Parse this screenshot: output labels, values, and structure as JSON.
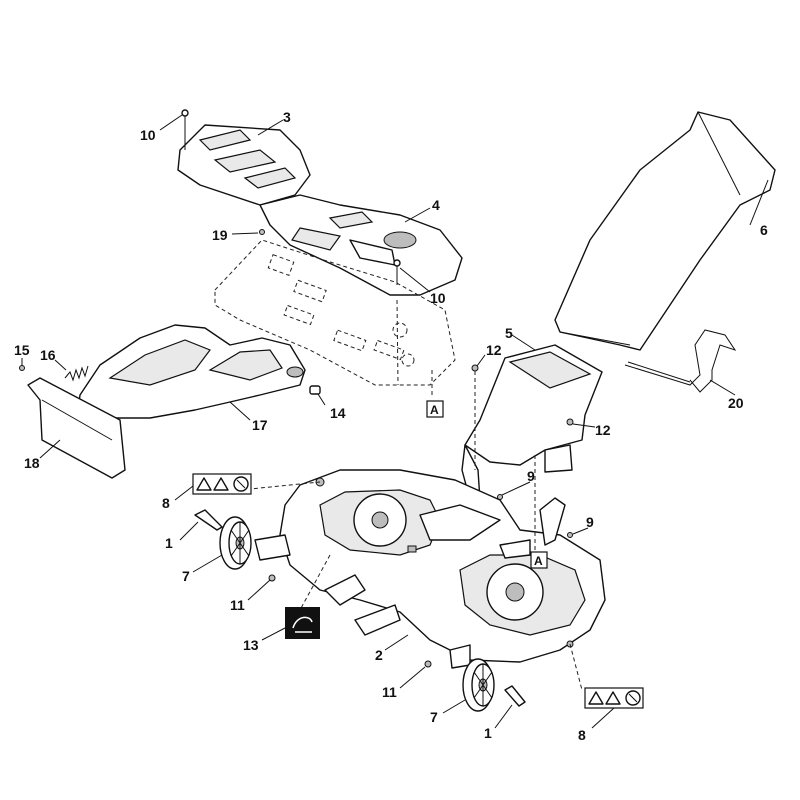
{
  "callouts": {
    "c1a": "1",
    "c1b": "1",
    "c2": "2",
    "c3": "3",
    "c4": "4",
    "c5": "5",
    "c6": "6",
    "c7a": "7",
    "c7b": "7",
    "c8a": "8",
    "c8b": "8",
    "c9a": "9",
    "c9b": "9",
    "c10a": "10",
    "c10b": "10",
    "c11a": "11",
    "c11b": "11",
    "c12a": "12",
    "c12b": "12",
    "c13": "13",
    "c14": "14",
    "c15": "15",
    "c16": "16",
    "c17": "17",
    "c18": "18",
    "c19": "19",
    "c20": "20"
  },
  "reference_marks": {
    "ref_a1": "A",
    "ref_a2": "A"
  },
  "icons": [
    "warning-triangle-icon",
    "manual-book-icon",
    "no-hands-icon",
    "bag-symbol-icon"
  ]
}
